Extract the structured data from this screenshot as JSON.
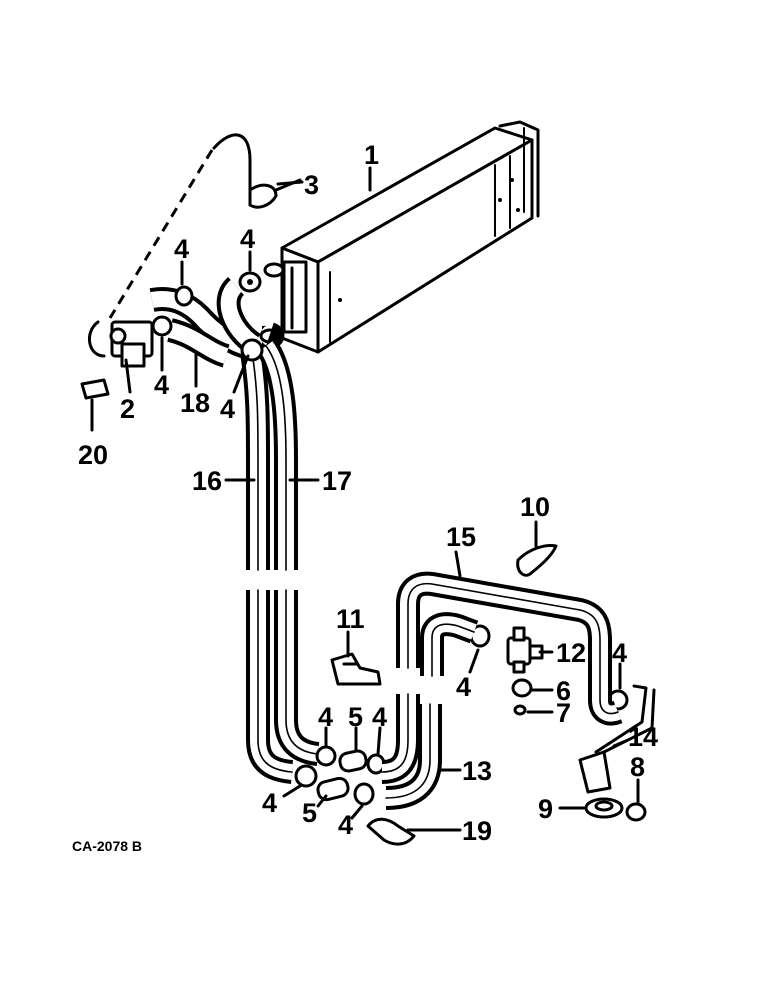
{
  "figure_code": "CA-2078 B",
  "callouts": {
    "c1": "1",
    "c2": "2",
    "c3": "3",
    "c4": "4",
    "c5": "5",
    "c6": "6",
    "c7": "7",
    "c8": "8",
    "c9": "9",
    "c10": "10",
    "c11": "11",
    "c12": "12",
    "c13": "13",
    "c14": "14",
    "c15": "15",
    "c16": "16",
    "c17": "17",
    "c18": "18",
    "c19": "19",
    "c20": "20"
  }
}
